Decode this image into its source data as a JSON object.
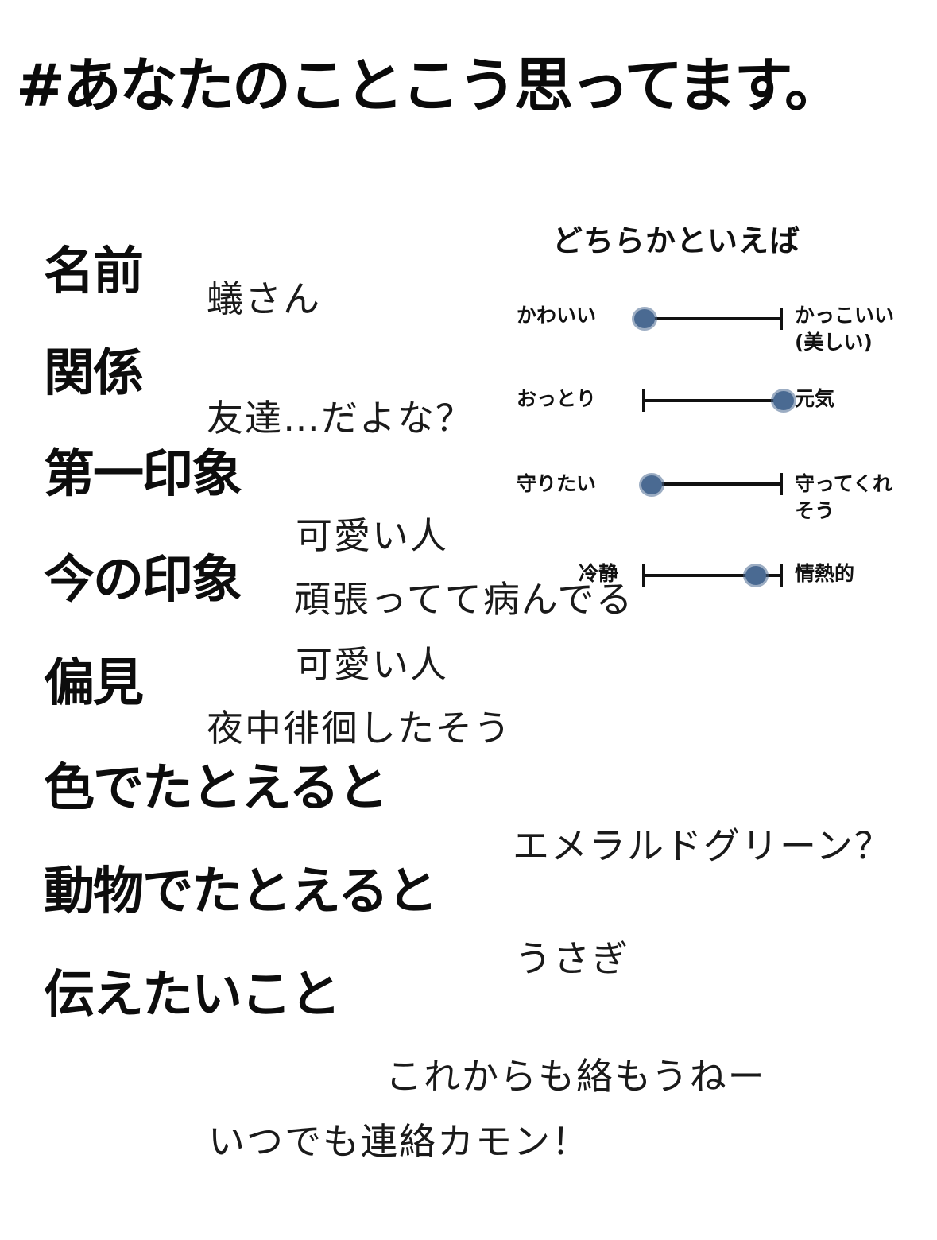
{
  "title": "#あなたのことこう思ってます。",
  "labels": {
    "name": "名前",
    "relation": "関係",
    "first_impression": "第一印象",
    "current_impression": "今の印象",
    "prejudice": "偏見",
    "color": "色でたとえると",
    "animal": "動物でたとえると",
    "message": "伝えたいこと"
  },
  "answers": {
    "name": "蟻さん",
    "relation": "友達…だよな？",
    "first_impression": "可愛い人",
    "current_impression": "頑張ってて病んでる",
    "prejudice_1": "可愛い人",
    "prejudice_2": "夜中徘徊したそう",
    "color": "エメラルドグリーン？",
    "animal": "うさぎ",
    "message_1": "これからも絡もうねー",
    "message_2": "いつでも連絡カモン！"
  },
  "scales": {
    "heading": "どちらかといえば",
    "items": [
      {
        "left": "かわいい",
        "right_1": "かっこいい",
        "right_2": "(美しい)",
        "value": 0.0
      },
      {
        "left": "おっとり",
        "right_1": "元気",
        "right_2": "",
        "value": 1.0
      },
      {
        "left": "守りたい",
        "right_1": "守ってくれ",
        "right_2": "そう",
        "value": 0.05
      },
      {
        "left": "冷静",
        "right_1": "情熱的",
        "right_2": "",
        "value": 0.8
      }
    ]
  },
  "colors": {
    "text": "#111111",
    "marker": "#4a6a92"
  }
}
